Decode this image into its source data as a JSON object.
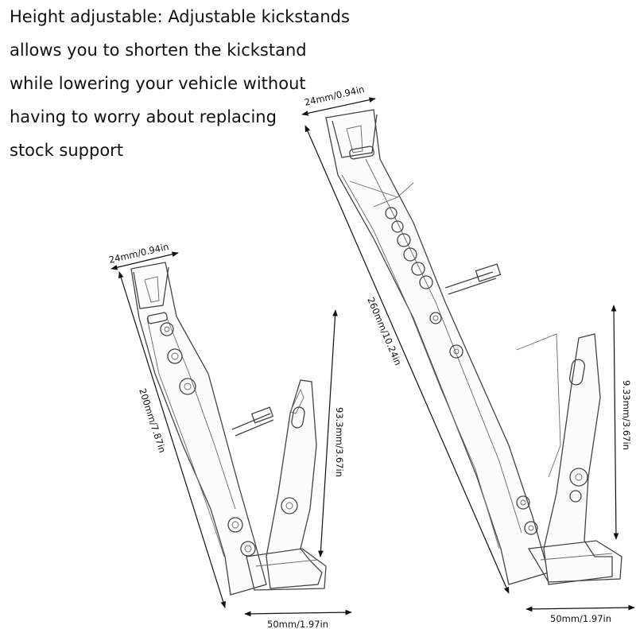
{
  "description": {
    "lines": [
      "Height adjustable: Adjustable kickstands",
      "allows you to shorten the kickstand",
      "while lowering your vehicle without",
      "having to worry about replacing",
      "stock support"
    ]
  },
  "short_stand": {
    "top_width": "24mm/0.94in",
    "length": "200mm/7.87in",
    "foot_height": "93.3mm/3.67in",
    "base_width": "50mm/1.97in"
  },
  "long_stand": {
    "top_width": "24mm/0.94in",
    "length": "260mm/10.24in",
    "foot_height": "9.33mm/3.67in",
    "base_width": "50mm/1.97in"
  },
  "colors": {
    "outline": "#444444",
    "text": "#111111",
    "background": "#ffffff"
  }
}
